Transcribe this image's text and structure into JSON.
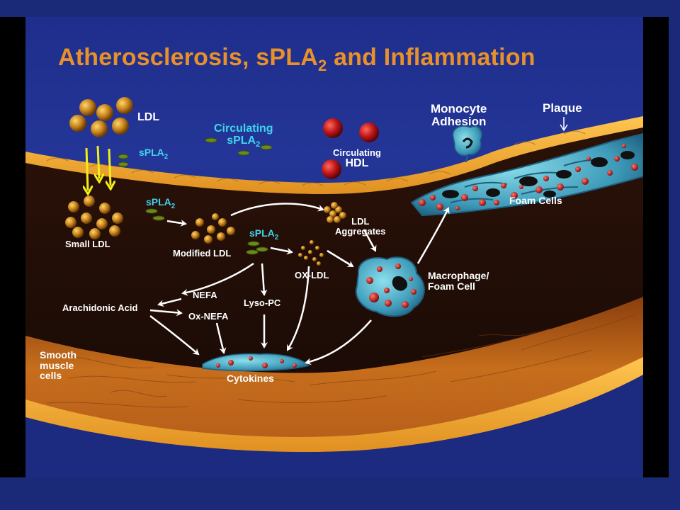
{
  "title": {
    "main": "Atherosclerosis, sPLA",
    "subscript": "2",
    "tail": " and Inflammation"
  },
  "labels": {
    "ldl": "LDL",
    "spla_base": "sPLA",
    "spla_sub": "2",
    "circulating_spla_line1": "Circulating",
    "circulating_hdl_line1": "Circulating",
    "circulating_hdl_line2": "HDL",
    "monocyte_line1": "Monocyte",
    "monocyte_line2": "Adhesion",
    "plaque": "Plaque",
    "foam_cells": "Foam Cells",
    "small_ldl": "Small LDL",
    "modified_ldl": "Modified LDL",
    "ldl_aggregates_line1": "LDL",
    "ldl_aggregates_line2": "Aggregates",
    "ox_ldl": "OX-LDL",
    "macrophage_line1": "Macrophage/",
    "macrophage_line2": "Foam Cell",
    "nefa": "NEFA",
    "arachidonic_acid": "Arachidonic Acid",
    "ox_nefa": "Ox-NEFA",
    "lyso_pc": "Lyso-PC",
    "smooth_line1": "Smooth",
    "smooth_line2": "muscle",
    "smooth_line3": "cells",
    "cytokines": "Cytokines"
  },
  "colors": {
    "title": "#e8902a",
    "label_white": "#ffffff",
    "label_cyan": "#3fd4ec",
    "ldl_particle": "#c8861e",
    "hdl_particle": "#c0181c",
    "spla_particle": "#6a8a1c",
    "cell_teal": "#4bb0c8",
    "endothelium": "#e6a02a",
    "lumen_dark": "#1c0b06",
    "smooth_muscle": "#c86a1a",
    "arrow_yellow": "#f2ee1a"
  }
}
